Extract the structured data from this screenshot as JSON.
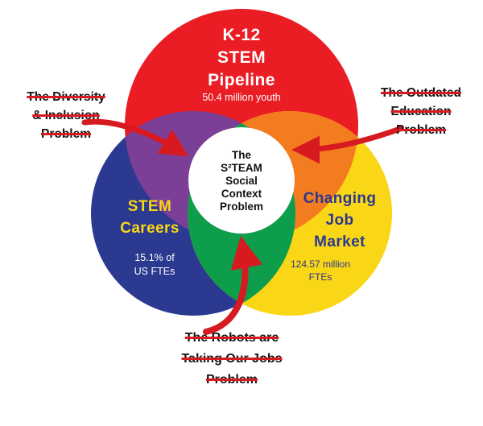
{
  "page": {
    "background": "#ffffff"
  },
  "venn": {
    "top_circle": {
      "name": "K-12 STEM Pipeline",
      "lines": [
        "K-12",
        "STEM",
        "Pipeline"
      ],
      "stat": "50.4 million youth",
      "fill": "#ea1c24",
      "text_color": "#ffffff"
    },
    "left_circle": {
      "name": "STEM Careers",
      "lines": [
        "STEM",
        "Careers"
      ],
      "stat_lines": [
        "15.1% of",
        "US FTEs"
      ],
      "fill": "#2b3990",
      "label_color": "#f9d616",
      "stat_color": "#ffffff"
    },
    "right_circle": {
      "name": "Changing Job Market",
      "lines": [
        "Changing",
        "Job",
        "Market"
      ],
      "stat_lines": [
        "124.57 million",
        "FTEs"
      ],
      "fill": "#f9d616",
      "label_color": "#2b3990",
      "stat_color": "#2b3990"
    },
    "overlap_left": {
      "name": "diversity-inclusion-region",
      "fill": "#7b3f98"
    },
    "overlap_right": {
      "name": "outdated-education-region",
      "fill": "#f47c20"
    },
    "overlap_bottom": {
      "name": "robots-jobs-region",
      "fill": "#0e9d4b"
    },
    "center": {
      "lines": [
        "The",
        "S²TEAM",
        "Social",
        "Context",
        "Problem"
      ],
      "fill": "#ffffff",
      "text_color": "#111111"
    }
  },
  "annotations": {
    "arrow_color": "#d71920",
    "text_color": "#161616",
    "diversity": {
      "lines": [
        "The Diversity",
        "& Inclusion",
        "Problem"
      ]
    },
    "education": {
      "lines": [
        "The Outdated",
        "Education",
        "Problem"
      ]
    },
    "robots": {
      "lines": [
        "The Robots are",
        "Taking Our Jobs",
        "Problem"
      ]
    }
  }
}
